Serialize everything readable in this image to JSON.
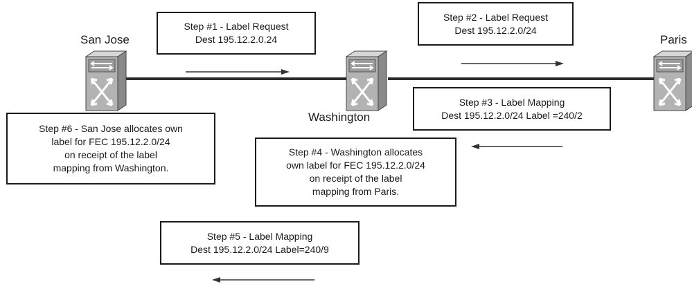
{
  "nodes": {
    "san_jose": "San Jose",
    "washington": "Washington",
    "paris": "Paris"
  },
  "steps": {
    "step1": {
      "line1": "Step #1 - Label Request",
      "line2": "Dest 195.12.2.0.24"
    },
    "step2": {
      "line1": "Step #2 - Label Request",
      "line2": "Dest 195.12.2.0/24"
    },
    "step3": {
      "line1": "Step #3 - Label Mapping",
      "line2": "Dest 195.12.2.0/24 Label =240/2"
    },
    "step4": {
      "line1": "Step #4 - Washington allocates",
      "line2": "own label for FEC 195.12.2.0/24",
      "line3": "on receipt of the label",
      "line4": "mapping from Paris."
    },
    "step5": {
      "line1": "Step #5 - Label Mapping",
      "line2": "Dest 195.12.2.0/24 Label=240/9"
    },
    "step6": {
      "line1": "Step #6 - San Jose allocates own",
      "line2": "label for FEC 195.12.2.0/24",
      "line3": "on receipt of the label",
      "line4": "mapping from Washington."
    }
  },
  "icons": {
    "router": "atm-switch-router-icon",
    "arrow_right": "arrow-right-icon",
    "arrow_left": "arrow-left-icon"
  }
}
